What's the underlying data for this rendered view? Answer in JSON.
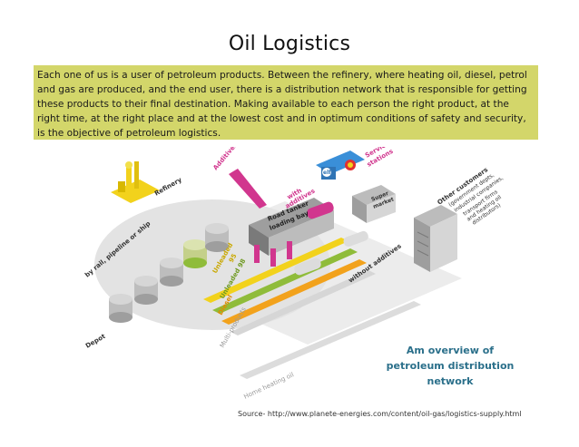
{
  "title": "Oil Logistics",
  "intro": "Each one of us is a user of petroleum products. Between the refinery, where heating oil, diesel, petrol and gas are produced, and the end user, there is a distribution network that is responsible for getting these products to their final destination. Making available to each person the right product, at the right time, at the right place and at the lowest cost and in optimum conditions of safety and security, is the objective of petroleum logistics.",
  "diagram": {
    "refinery": "Refinery",
    "transport": "by rail, pipeline or ship",
    "depot": "Depot",
    "additives": "Additives",
    "with_additives_line1": "with",
    "with_additives_line2": "additives",
    "road_tanker_line1": "Road tanker",
    "road_tanker_line2": "loading bay",
    "service_stations_line1": "Service",
    "service_stations_line2": "stations",
    "elf_logo": "elf",
    "super_market_line1": "Super",
    "super_market_line2": "market",
    "without_additives": "without additives",
    "other_customers": "Other customers",
    "other_customers_detail": [
      "(government depts,",
      "industrial companies,",
      "transport firms",
      "and heating oil",
      "distributors)"
    ],
    "unleaded_95_line1": "Unleaded",
    "unleaded_95_line2": "95",
    "unleaded_98": "Unleaded 98",
    "diesel": "Diesel",
    "multi_products": "Multi-products",
    "home_heating_oil": "Home heating oil"
  },
  "caption": {
    "line1": "Am overview of",
    "line2": "petroleum distribution",
    "line3": "network"
  },
  "source": "Source- http://www.planete-energies.com/content/oil-gas/logistics-supply.html",
  "colors": {
    "intro_bg": "#d3d66a",
    "caption": "#2a6f8a",
    "unleaded_95": "#f2d21c",
    "unleaded_98": "#8fbc3a",
    "diesel": "#f2a21c",
    "additives": "#d1368e"
  }
}
